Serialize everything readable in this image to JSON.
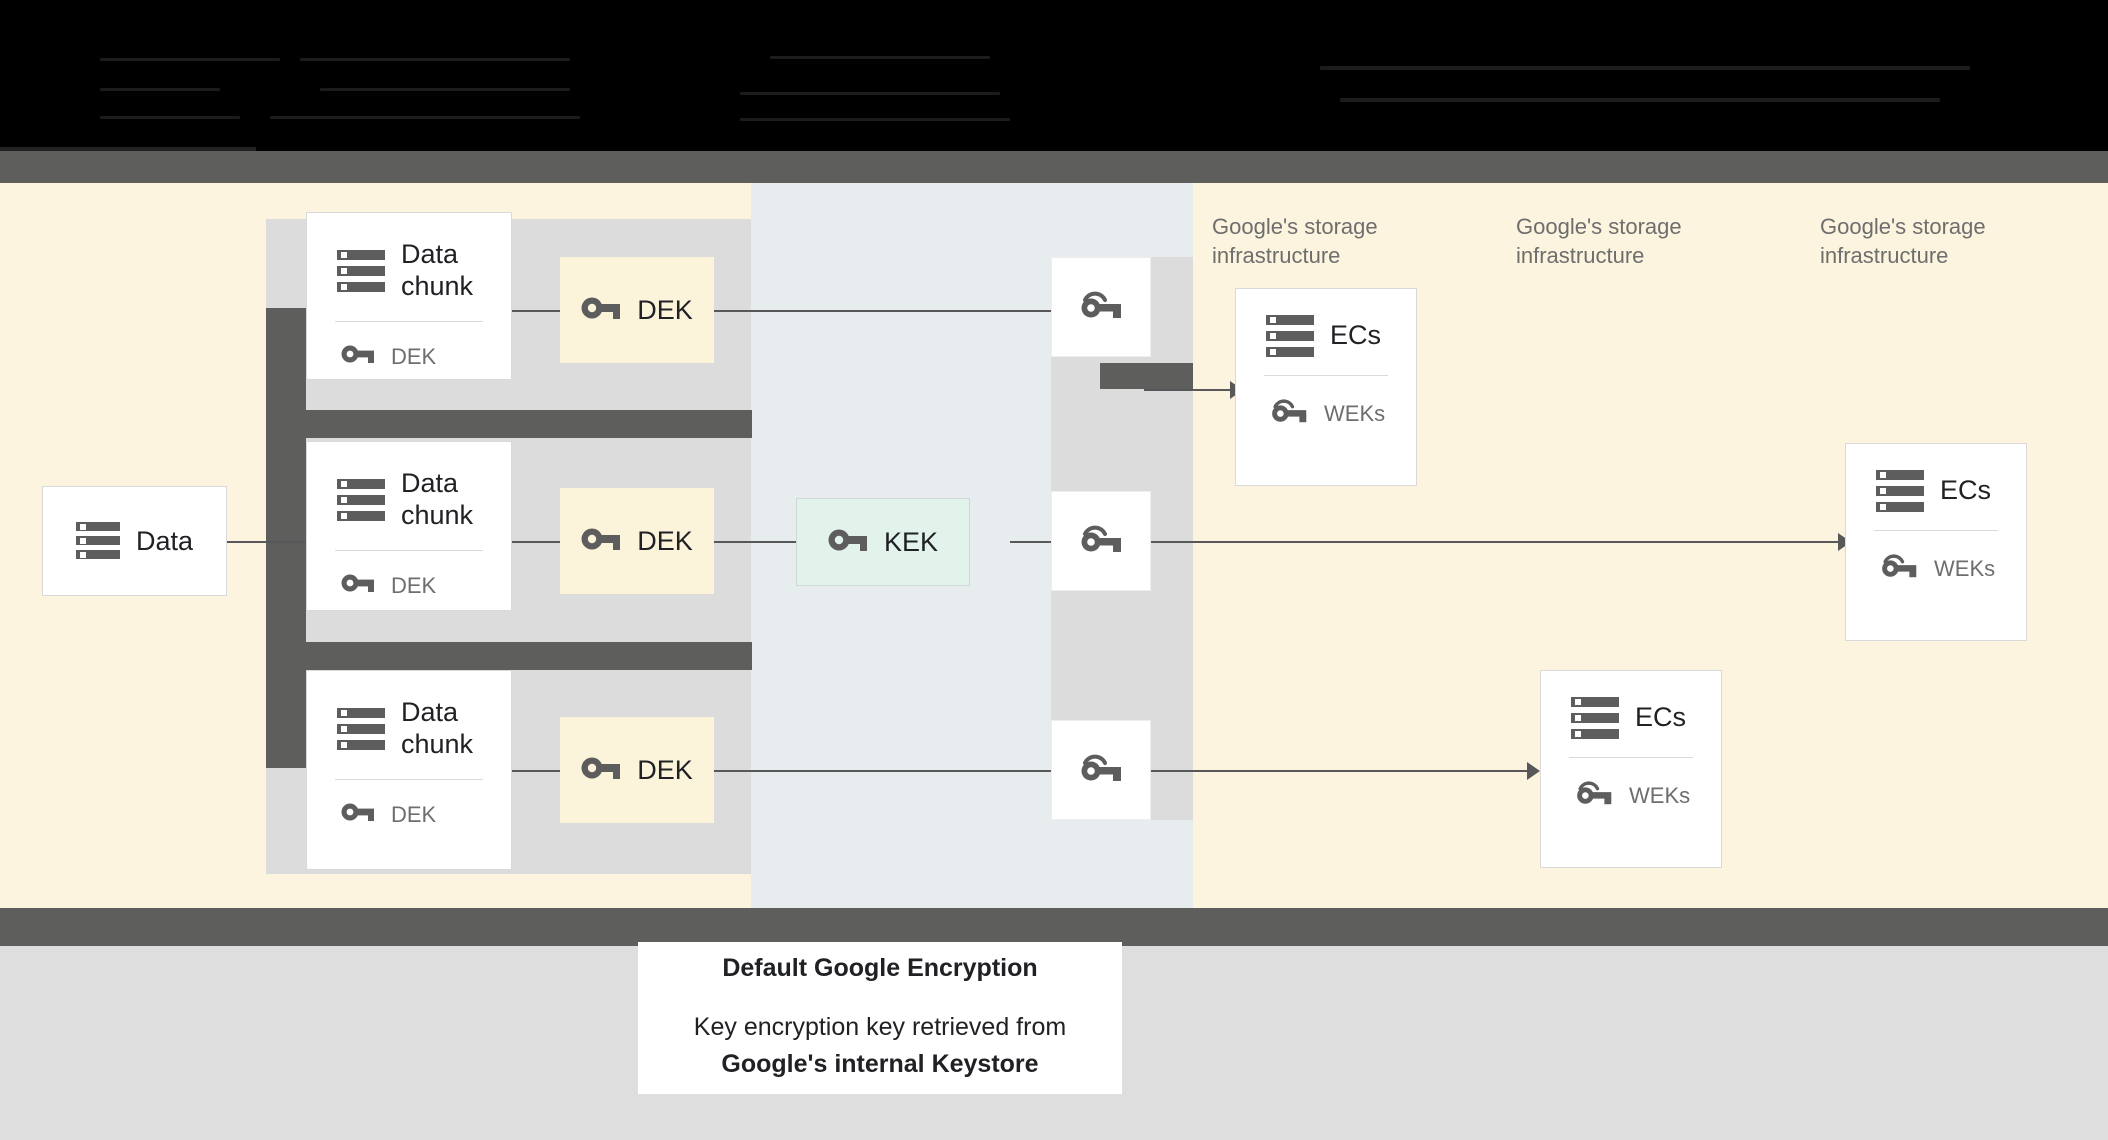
{
  "meta": {
    "title": "Default Google Encryption key flow diagram",
    "colors": {
      "cream": "#fcf4de",
      "blue_column": "#e7ecee",
      "gray_column": "#dcdcdc",
      "dark_rule": "#5e5e5c",
      "kek_green": "#e1f3ea",
      "dek_cream": "#fcf3db",
      "footer_gray": "#dedede",
      "icon_gray": "#5d5d5d"
    }
  },
  "header": {
    "obscured_note": "dark-on-dark text, illegible"
  },
  "source": {
    "label": "Data",
    "icon": "server-icon"
  },
  "chunks": [
    {
      "title": "Data\nchunk",
      "sub": "DEK",
      "icon": "server-icon",
      "sub_icon": "key-icon"
    },
    {
      "title": "Data\nchunk",
      "sub": "DEK",
      "icon": "server-icon",
      "sub_icon": "key-icon"
    },
    {
      "title": "Data\nchunk",
      "sub": "DEK",
      "icon": "server-icon",
      "sub_icon": "key-icon"
    }
  ],
  "deks": [
    {
      "label": "DEK",
      "icon": "key-icon"
    },
    {
      "label": "DEK",
      "icon": "key-icon"
    },
    {
      "label": "DEK",
      "icon": "key-icon"
    }
  ],
  "kek": {
    "label": "KEK",
    "icon": "key-icon"
  },
  "wrapped_keys": [
    {
      "label": "",
      "icon": "wrapped-key-icon"
    },
    {
      "label": "",
      "icon": "wrapped-key-icon"
    },
    {
      "label": "",
      "icon": "wrapped-key-icon"
    }
  ],
  "storage_columns": [
    {
      "caption": "Google's storage\ninfrastructure"
    },
    {
      "caption": "Google's storage\ninfrastructure"
    },
    {
      "caption": "Google's storage\ninfrastructure"
    }
  ],
  "ec_cards": [
    {
      "title": "ECs",
      "sub": "WEKs",
      "icon": "server-icon",
      "sub_icon": "wrapped-key-icon"
    },
    {
      "title": "ECs",
      "sub": "WEKs",
      "icon": "server-icon",
      "sub_icon": "wrapped-key-icon"
    },
    {
      "title": "ECs",
      "sub": "WEKs",
      "icon": "server-icon",
      "sub_icon": "wrapped-key-icon"
    }
  ],
  "caption": {
    "title": "Default Google Encryption",
    "line1": "Key encryption key retrieved from",
    "line2": "Google's internal Keystore"
  }
}
